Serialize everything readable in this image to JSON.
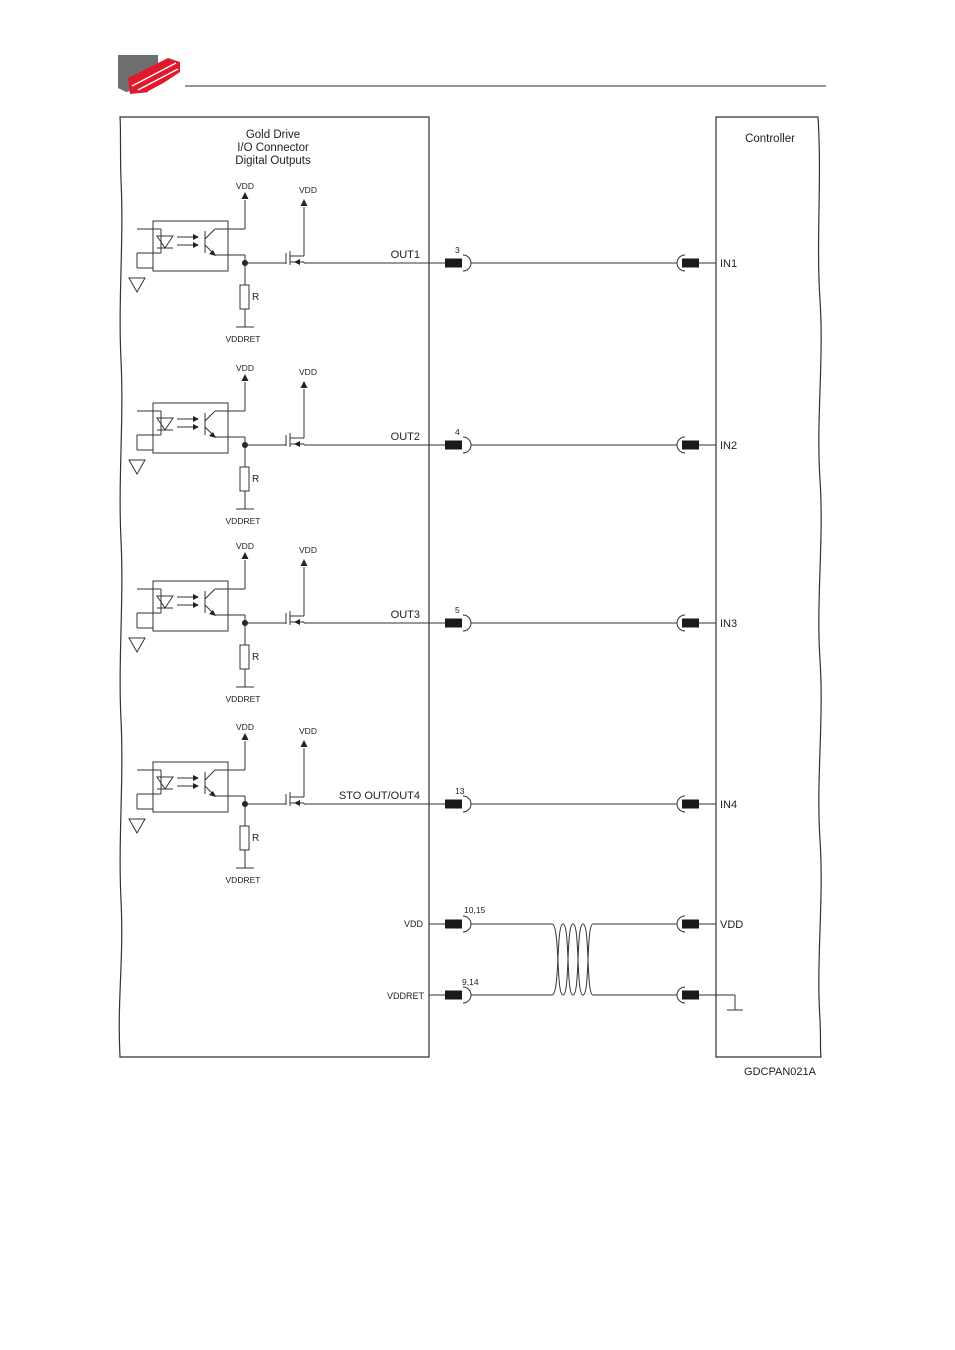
{
  "header": {
    "logo_colors": {
      "gray": "#6d6e70",
      "red": "#e2192c"
    },
    "rule_color": "#555555"
  },
  "drive": {
    "title_lines": [
      "Gold Drive",
      "I/O Connector",
      "Digital Outputs"
    ]
  },
  "controller": {
    "title": "Controller"
  },
  "channels": [
    {
      "vdd_left": "VDD",
      "vdd_right": "VDD",
      "resistor": "R",
      "vddret": "VDDRET",
      "signal": "OUT1",
      "pin": "3",
      "input": "IN1"
    },
    {
      "vdd_left": "VDD",
      "vdd_right": "VDD",
      "resistor": "R",
      "vddret": "VDDRET",
      "signal": "OUT2",
      "pin": "4",
      "input": "IN2"
    },
    {
      "vdd_left": "VDD",
      "vdd_right": "VDD",
      "resistor": "R",
      "vddret": "VDDRET",
      "signal": "OUT3",
      "pin": "5",
      "input": "IN3"
    },
    {
      "vdd_left": "VDD",
      "vdd_right": "VDD",
      "resistor": "R",
      "vddret": "VDDRET",
      "signal": "STO OUT/OUT4",
      "pin": "13",
      "input": "IN4"
    }
  ],
  "power": {
    "vdd": {
      "left": "VDD",
      "pin": "10,15",
      "right": "VDD"
    },
    "vddret": {
      "left": "VDDRET",
      "pin": "9,14"
    }
  },
  "figure_id": "GDCPAN021A"
}
